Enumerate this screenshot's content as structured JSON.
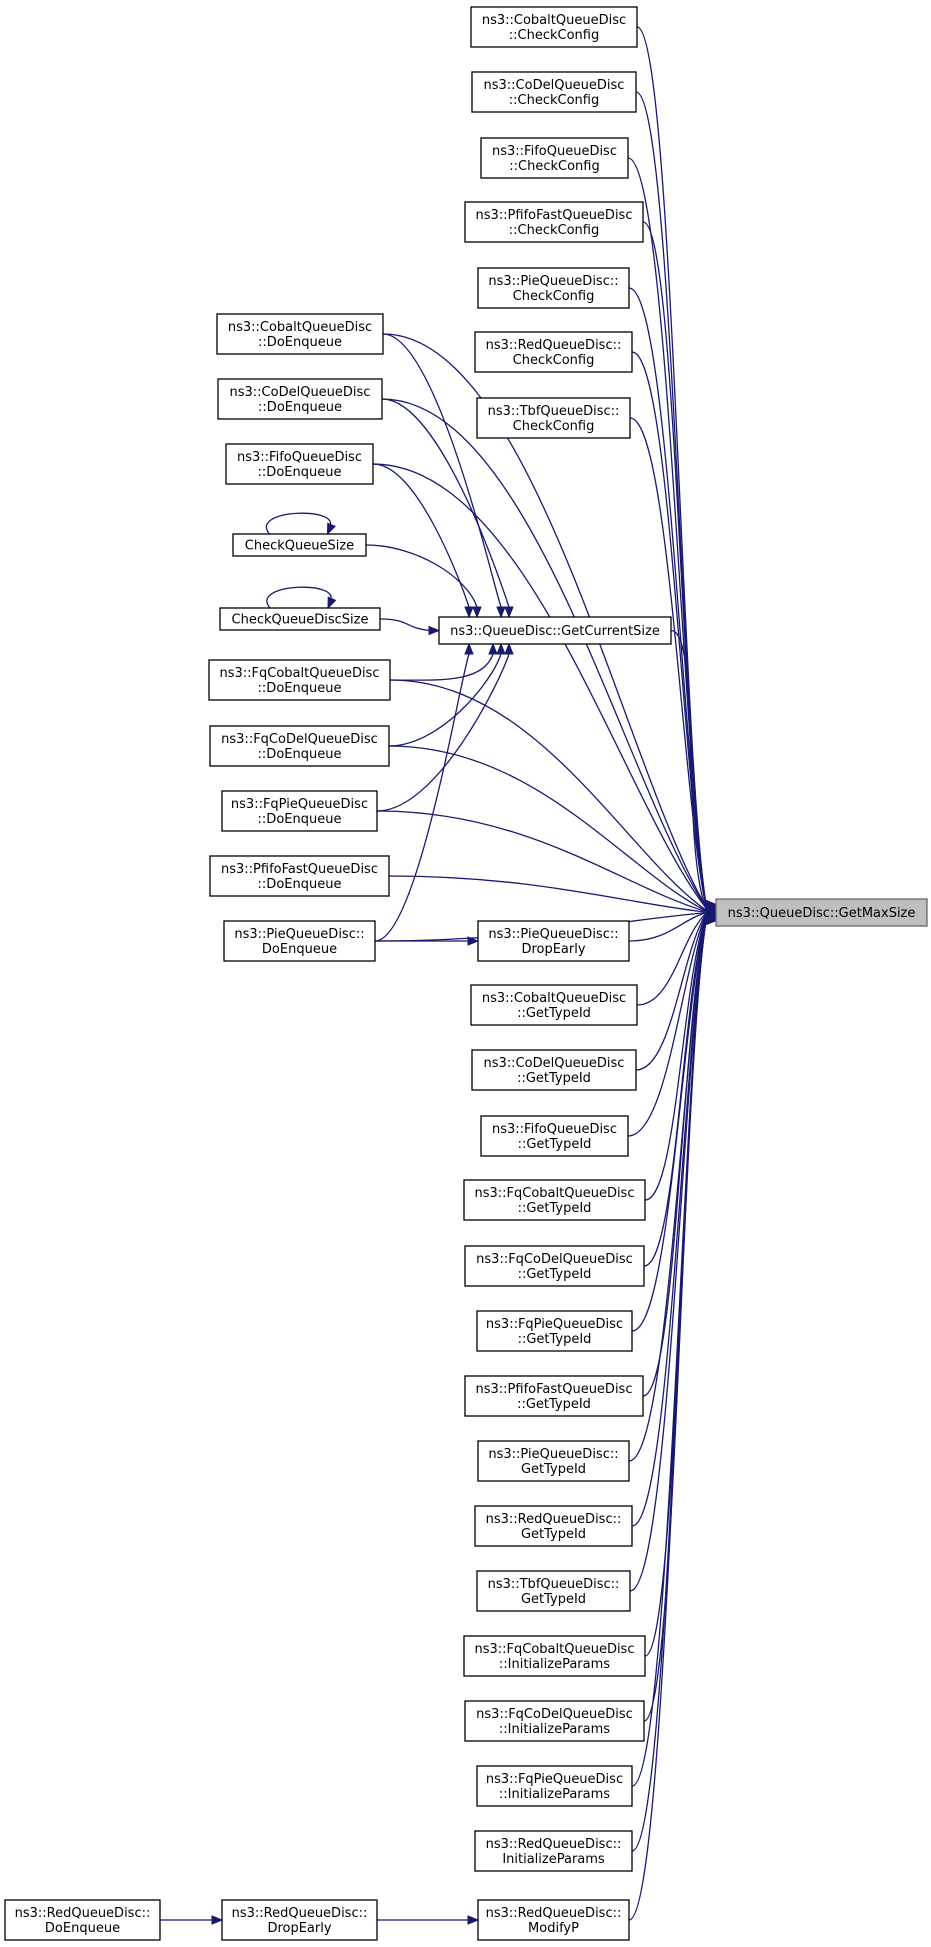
{
  "graph": {
    "nodes": [
      {
        "id": "getmaxsize",
        "name": "node-queuedisc-getmaxsize",
        "lines": [
          "ns3::QueueDisc::GetMaxSize"
        ],
        "highlight": true
      },
      {
        "id": "getcurrentsize",
        "name": "node-queuedisc-getcurrentsize",
        "lines": [
          "ns3::QueueDisc::GetCurrentSize"
        ]
      },
      {
        "id": "cobalt_cc",
        "name": "node-cobaltqueuedisc-checkconfig",
        "lines": [
          "ns3::CobaltQueueDisc",
          "::CheckConfig"
        ]
      },
      {
        "id": "codel_cc",
        "name": "node-codelqueuedisc-checkconfig",
        "lines": [
          "ns3::CoDelQueueDisc",
          "::CheckConfig"
        ]
      },
      {
        "id": "fifo_cc",
        "name": "node-fifoqueuedisc-checkconfig",
        "lines": [
          "ns3::FifoQueueDisc",
          "::CheckConfig"
        ]
      },
      {
        "id": "pfifo_cc",
        "name": "node-pfifofastqueuedisc-checkconfig",
        "lines": [
          "ns3::PfifoFastQueueDisc",
          "::CheckConfig"
        ]
      },
      {
        "id": "pie_cc",
        "name": "node-piequeuedisc-checkconfig",
        "lines": [
          "ns3::PieQueueDisc::",
          "CheckConfig"
        ]
      },
      {
        "id": "red_cc",
        "name": "node-redqueuedisc-checkconfig",
        "lines": [
          "ns3::RedQueueDisc::",
          "CheckConfig"
        ]
      },
      {
        "id": "tbf_cc",
        "name": "node-tbfqueuedisc-checkconfig",
        "lines": [
          "ns3::TbfQueueDisc::",
          "CheckConfig"
        ]
      },
      {
        "id": "cobalt_de",
        "name": "node-cobaltqueuedisc-doenqueue",
        "lines": [
          "ns3::CobaltQueueDisc",
          "::DoEnqueue"
        ]
      },
      {
        "id": "codel_de",
        "name": "node-codelqueuedisc-doenqueue",
        "lines": [
          "ns3::CoDelQueueDisc",
          "::DoEnqueue"
        ]
      },
      {
        "id": "fifo_de",
        "name": "node-fifoqueuedisc-doenqueue",
        "lines": [
          "ns3::FifoQueueDisc",
          "::DoEnqueue"
        ]
      },
      {
        "id": "cqs",
        "name": "node-checkqueuesize",
        "lines": [
          "CheckQueueSize"
        ]
      },
      {
        "id": "cqds",
        "name": "node-checkqueuediscsize",
        "lines": [
          "CheckQueueDiscSize"
        ]
      },
      {
        "id": "fqcobalt_de",
        "name": "node-fqcobaltqueuedisc-doenqueue",
        "lines": [
          "ns3::FqCobaltQueueDisc",
          "::DoEnqueue"
        ]
      },
      {
        "id": "fqcodel_de",
        "name": "node-fqcodelqueuedisc-doenqueue",
        "lines": [
          "ns3::FqCoDelQueueDisc",
          "::DoEnqueue"
        ]
      },
      {
        "id": "fqpie_de",
        "name": "node-fqpiequeuedisc-doenqueue",
        "lines": [
          "ns3::FqPieQueueDisc",
          "::DoEnqueue"
        ]
      },
      {
        "id": "pfifo_de",
        "name": "node-pfifofastqueuedisc-doenqueue",
        "lines": [
          "ns3::PfifoFastQueueDisc",
          "::DoEnqueue"
        ]
      },
      {
        "id": "pie_de",
        "name": "node-piequeuedisc-doenqueue",
        "lines": [
          "ns3::PieQueueDisc::",
          "DoEnqueue"
        ]
      },
      {
        "id": "pie_drop",
        "name": "node-piequeuedisc-dropearly",
        "lines": [
          "ns3::PieQueueDisc::",
          "DropEarly"
        ]
      },
      {
        "id": "cobalt_gt",
        "name": "node-cobaltqueuedisc-gettypeid",
        "lines": [
          "ns3::CobaltQueueDisc",
          "::GetTypeId"
        ]
      },
      {
        "id": "codel_gt",
        "name": "node-codelqueuedisc-gettypeid",
        "lines": [
          "ns3::CoDelQueueDisc",
          "::GetTypeId"
        ]
      },
      {
        "id": "fifo_gt",
        "name": "node-fifoqueuedisc-gettypeid",
        "lines": [
          "ns3::FifoQueueDisc",
          "::GetTypeId"
        ]
      },
      {
        "id": "fqcobalt_gt",
        "name": "node-fqcobaltqueuedisc-gettypeid",
        "lines": [
          "ns3::FqCobaltQueueDisc",
          "::GetTypeId"
        ]
      },
      {
        "id": "fqcodel_gt",
        "name": "node-fqcodelqueuedisc-gettypeid",
        "lines": [
          "ns3::FqCoDelQueueDisc",
          "::GetTypeId"
        ]
      },
      {
        "id": "fqpie_gt",
        "name": "node-fqpiequeuedisc-gettypeid",
        "lines": [
          "ns3::FqPieQueueDisc",
          "::GetTypeId"
        ]
      },
      {
        "id": "pfifo_gt",
        "name": "node-pfifofastqueuedisc-gettypeid",
        "lines": [
          "ns3::PfifoFastQueueDisc",
          "::GetTypeId"
        ]
      },
      {
        "id": "pie_gt",
        "name": "node-piequeuedisc-gettypeid",
        "lines": [
          "ns3::PieQueueDisc::",
          "GetTypeId"
        ]
      },
      {
        "id": "red_gt",
        "name": "node-redqueuedisc-gettypeid",
        "lines": [
          "ns3::RedQueueDisc::",
          "GetTypeId"
        ]
      },
      {
        "id": "tbf_gt",
        "name": "node-tbfqueuedisc-gettypeid",
        "lines": [
          "ns3::TbfQueueDisc::",
          "GetTypeId"
        ]
      },
      {
        "id": "fqcobalt_ip",
        "name": "node-fqcobaltqueuedisc-initializeparams",
        "lines": [
          "ns3::FqCobaltQueueDisc",
          "::InitializeParams"
        ]
      },
      {
        "id": "fqcodel_ip",
        "name": "node-fqcodelqueuedisc-initializeparams",
        "lines": [
          "ns3::FqCoDelQueueDisc",
          "::InitializeParams"
        ]
      },
      {
        "id": "fqpie_ip",
        "name": "node-fqpiequeuedisc-initializeparams",
        "lines": [
          "ns3::FqPieQueueDisc",
          "::InitializeParams"
        ]
      },
      {
        "id": "red_ip",
        "name": "node-redqueuedisc-initializeparams",
        "lines": [
          "ns3::RedQueueDisc::",
          "InitializeParams"
        ]
      },
      {
        "id": "red_de",
        "name": "node-redqueuedisc-doenqueue",
        "lines": [
          "ns3::RedQueueDisc::",
          "DoEnqueue"
        ]
      },
      {
        "id": "red_drop",
        "name": "node-redqueuedisc-dropearly",
        "lines": [
          "ns3::RedQueueDisc::",
          "DropEarly"
        ]
      },
      {
        "id": "red_modp",
        "name": "node-redqueuedisc-modifyp",
        "lines": [
          "ns3::RedQueueDisc::",
          "ModifyP"
        ]
      }
    ],
    "edges": [
      [
        "cobalt_cc",
        "getmaxsize"
      ],
      [
        "codel_cc",
        "getmaxsize"
      ],
      [
        "fifo_cc",
        "getmaxsize"
      ],
      [
        "pfifo_cc",
        "getmaxsize"
      ],
      [
        "pie_cc",
        "getmaxsize"
      ],
      [
        "red_cc",
        "getmaxsize"
      ],
      [
        "tbf_cc",
        "getmaxsize"
      ],
      [
        "cobalt_de",
        "getmaxsize"
      ],
      [
        "codel_de",
        "getmaxsize"
      ],
      [
        "fifo_de",
        "getmaxsize"
      ],
      [
        "cobalt_de",
        "getcurrentsize"
      ],
      [
        "codel_de",
        "getcurrentsize"
      ],
      [
        "fifo_de",
        "getcurrentsize"
      ],
      [
        "cqs",
        "getcurrentsize"
      ],
      [
        "cqds",
        "getcurrentsize"
      ],
      [
        "fqcobalt_de",
        "getcurrentsize"
      ],
      [
        "fqcodel_de",
        "getcurrentsize"
      ],
      [
        "fqpie_de",
        "getcurrentsize"
      ],
      [
        "pie_de",
        "getcurrentsize"
      ],
      [
        "getcurrentsize",
        "getmaxsize"
      ],
      [
        "fqcobalt_de",
        "getmaxsize"
      ],
      [
        "fqcodel_de",
        "getmaxsize"
      ],
      [
        "fqpie_de",
        "getmaxsize"
      ],
      [
        "pfifo_de",
        "getmaxsize"
      ],
      [
        "pie_de",
        "getmaxsize"
      ],
      [
        "pie_de",
        "pie_drop"
      ],
      [
        "pie_drop",
        "getmaxsize"
      ],
      [
        "cobalt_gt",
        "getmaxsize"
      ],
      [
        "codel_gt",
        "getmaxsize"
      ],
      [
        "fifo_gt",
        "getmaxsize"
      ],
      [
        "fqcobalt_gt",
        "getmaxsize"
      ],
      [
        "fqcodel_gt",
        "getmaxsize"
      ],
      [
        "fqpie_gt",
        "getmaxsize"
      ],
      [
        "pfifo_gt",
        "getmaxsize"
      ],
      [
        "pie_gt",
        "getmaxsize"
      ],
      [
        "red_gt",
        "getmaxsize"
      ],
      [
        "tbf_gt",
        "getmaxsize"
      ],
      [
        "fqcobalt_ip",
        "getmaxsize"
      ],
      [
        "fqcodel_ip",
        "getmaxsize"
      ],
      [
        "fqpie_ip",
        "getmaxsize"
      ],
      [
        "red_ip",
        "getmaxsize"
      ],
      [
        "red_de",
        "red_drop"
      ],
      [
        "red_drop",
        "red_modp"
      ],
      [
        "red_modp",
        "getmaxsize"
      ],
      [
        "cqs",
        "cqs"
      ],
      [
        "cqds",
        "cqds"
      ]
    ],
    "colors": {
      "edge": "#191970",
      "highlight_fill": "#bfbfbf",
      "highlight_border": "#666666"
    }
  }
}
